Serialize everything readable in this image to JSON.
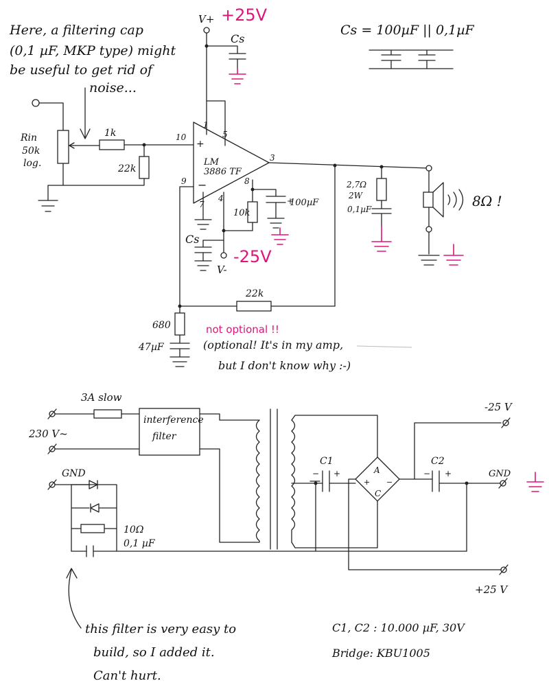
{
  "amp": {
    "note": [
      "Here, a filtering cap",
      "(0,1 µF, MKP type) might",
      "be useful to get rid of",
      "noise..."
    ],
    "vplus_label": "V+",
    "vplus_value": "+25V",
    "cs_top": "Cs",
    "cs_formula": "Cs = 100µF || 0,1µF",
    "rin": [
      "Rin",
      "50k",
      "log."
    ],
    "r_1k": "1k",
    "r_22k_in": "22k",
    "pin10": "10",
    "pin1": "1",
    "pin5": "5",
    "pin3": "3",
    "pin9": "9",
    "pin8": "8",
    "pin7": "7",
    "pin4": "4",
    "chip": [
      "LM",
      "3886 TF"
    ],
    "c_100uF": "100µF",
    "r_10k": "10k",
    "cs_bottom": "Cs",
    "vminus_label": "V-",
    "vminus_value": "-25V",
    "zobel": [
      "2,7Ω",
      "2W",
      "0,1µF"
    ],
    "speaker": "8Ω !",
    "r_22k_fb": "22k",
    "r_680": "680",
    "c_47uF": "47µF",
    "not_optional": "not optional !!",
    "optional_note": [
      "(optional! It's in my amp,",
      "but I don't know why :-)"
    ]
  },
  "psu": {
    "fuse": "3A slow",
    "mains": "230 V~",
    "filter": [
      "interference",
      "filter"
    ],
    "gnd_left": "GND",
    "r_10": "10Ω",
    "c_01": "0,1 µF",
    "c1": "C1",
    "c2": "C2",
    "bridge_a": "A",
    "bridge_c": "C",
    "minus25": "-25 V",
    "gnd_right": "GND",
    "plus25": "+25 V",
    "caps_note": "C1, C2 : 10.000 µF, 30V",
    "bridge_note": "Bridge: KBU1005",
    "filter_note": [
      "this filter is very easy to",
      "build, so I added it.",
      "Can't hurt."
    ]
  }
}
